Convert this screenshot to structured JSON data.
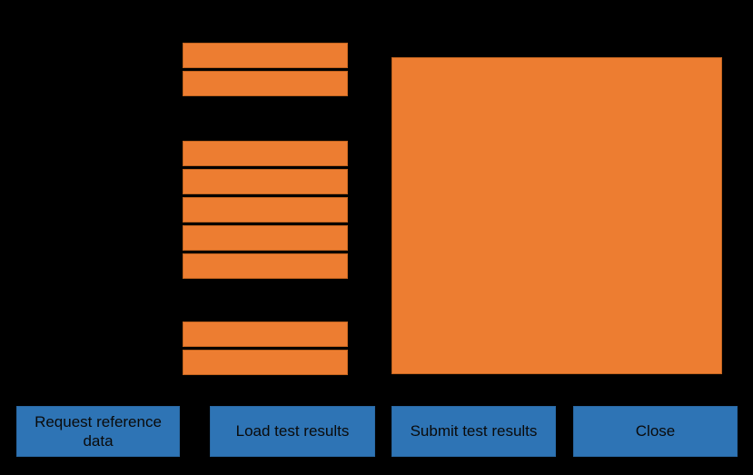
{
  "colors": {
    "background": "#000000",
    "field_fill": "#ED7D31",
    "field_border": "#C2641F",
    "button_fill": "#2E74B5",
    "button_text": "#0A0A0A"
  },
  "fields": {
    "top_group": {
      "count": 2,
      "values": [
        "",
        ""
      ]
    },
    "middle_group": {
      "count": 5,
      "values": [
        "",
        "",
        "",
        "",
        ""
      ]
    },
    "bottom_group": {
      "count": 2,
      "values": [
        "",
        ""
      ]
    },
    "large_area": {
      "value": ""
    }
  },
  "buttons": [
    {
      "label": "Request reference data"
    },
    {
      "label": "Load test results"
    },
    {
      "label": "Submit test results"
    },
    {
      "label": "Close"
    }
  ]
}
